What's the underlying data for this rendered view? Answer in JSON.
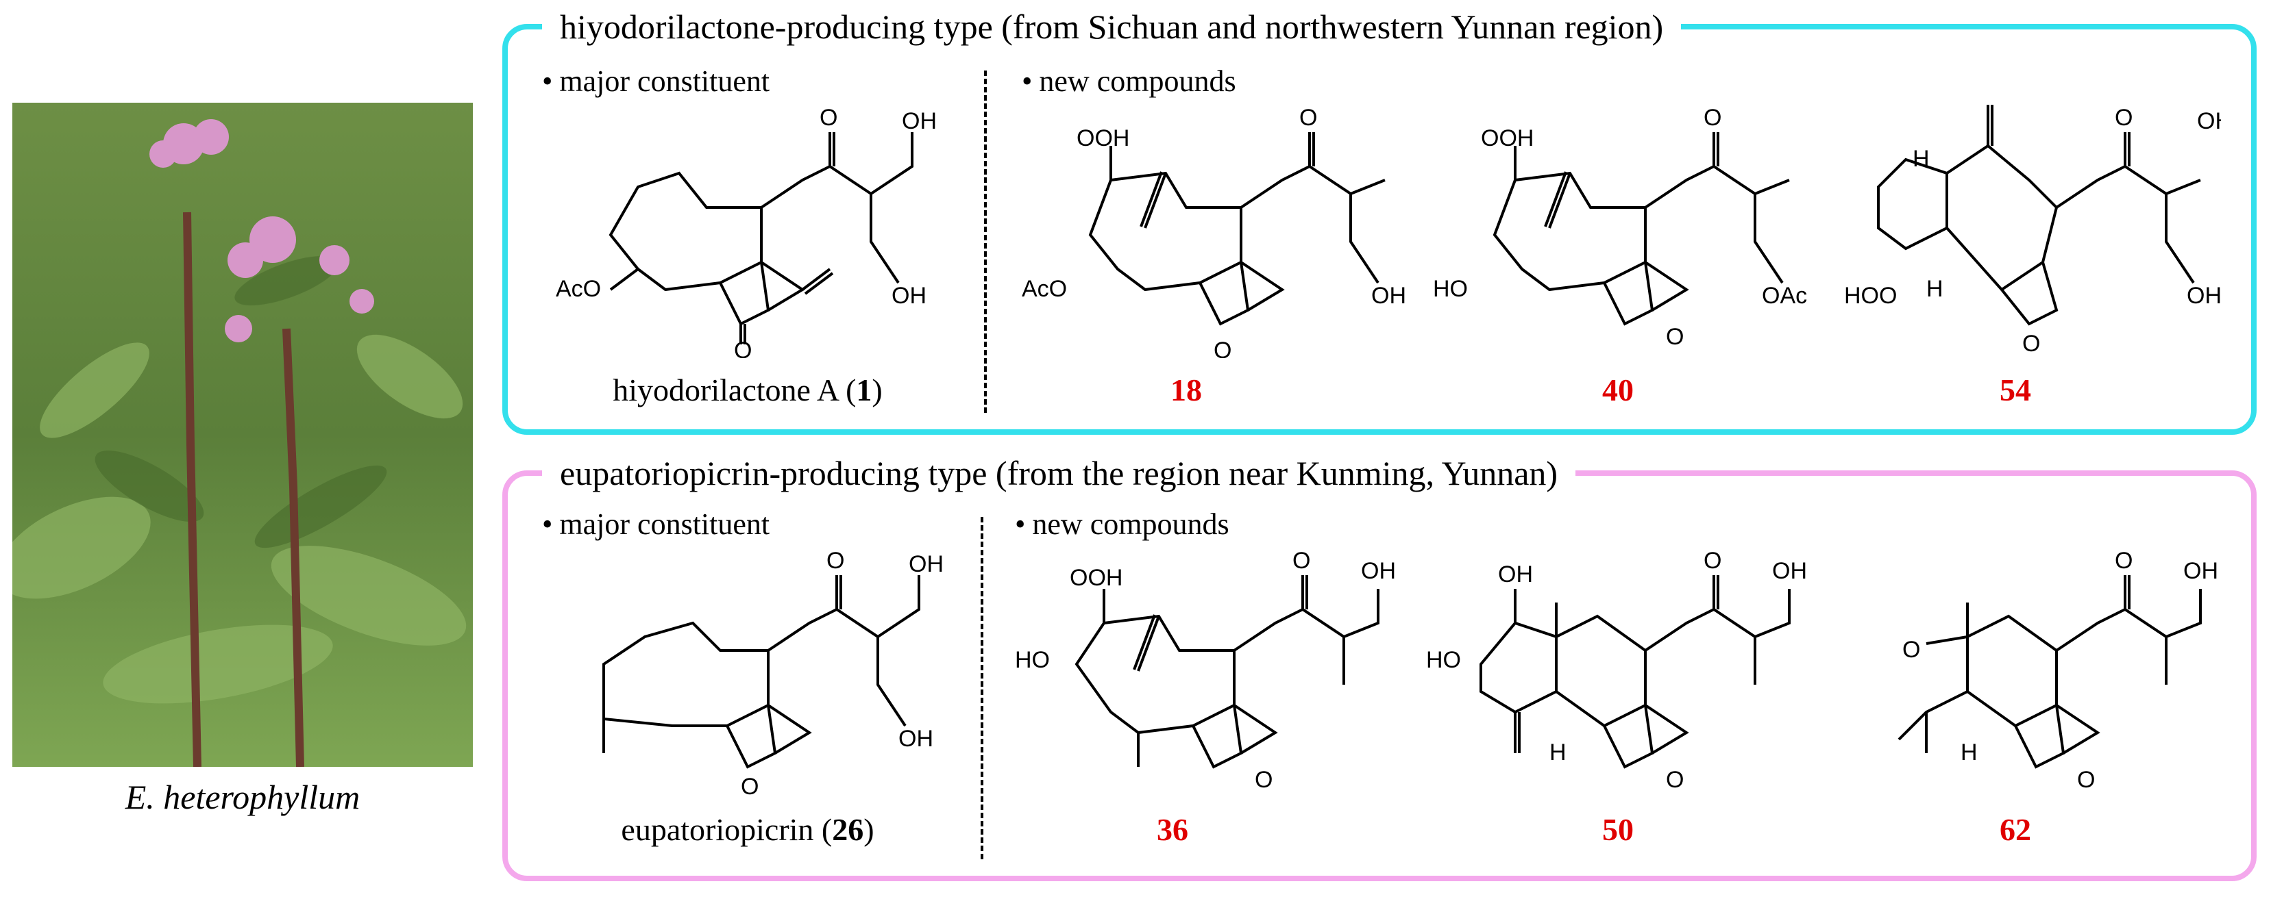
{
  "photo": {
    "caption": "E. heterophyllum"
  },
  "top_panel": {
    "title": "hiyodorilactone-producing type (from Sichuan and northwestern Yunnan region)",
    "major_label": "major constituent",
    "new_label": "new compounds",
    "border_color": "#33e0ec",
    "major": {
      "name": "hiyodorilactone A (",
      "number": "1",
      "close": ")"
    },
    "compounds": [
      "18",
      "40",
      "54"
    ]
  },
  "bottom_panel": {
    "title": "eupatoriopicrin-producing type (from the region near Kunming, Yunnan)",
    "major_label": "major constituent",
    "new_label": "new compounds",
    "border_color": "#f4a8ec",
    "major": {
      "name": "eupatoriopicrin (",
      "number": "26",
      "close": ")"
    },
    "compounds": [
      "36",
      "50",
      "62"
    ]
  },
  "bullet": "•",
  "atom_labels": {
    "O": "O",
    "OH": "OH",
    "OOH": "OOH",
    "AcO": "AcO",
    "OAc": "OAc",
    "HO": "HO",
    "HOO": "HOO",
    "H": "H"
  },
  "colors": {
    "number_red": "#e00000"
  }
}
